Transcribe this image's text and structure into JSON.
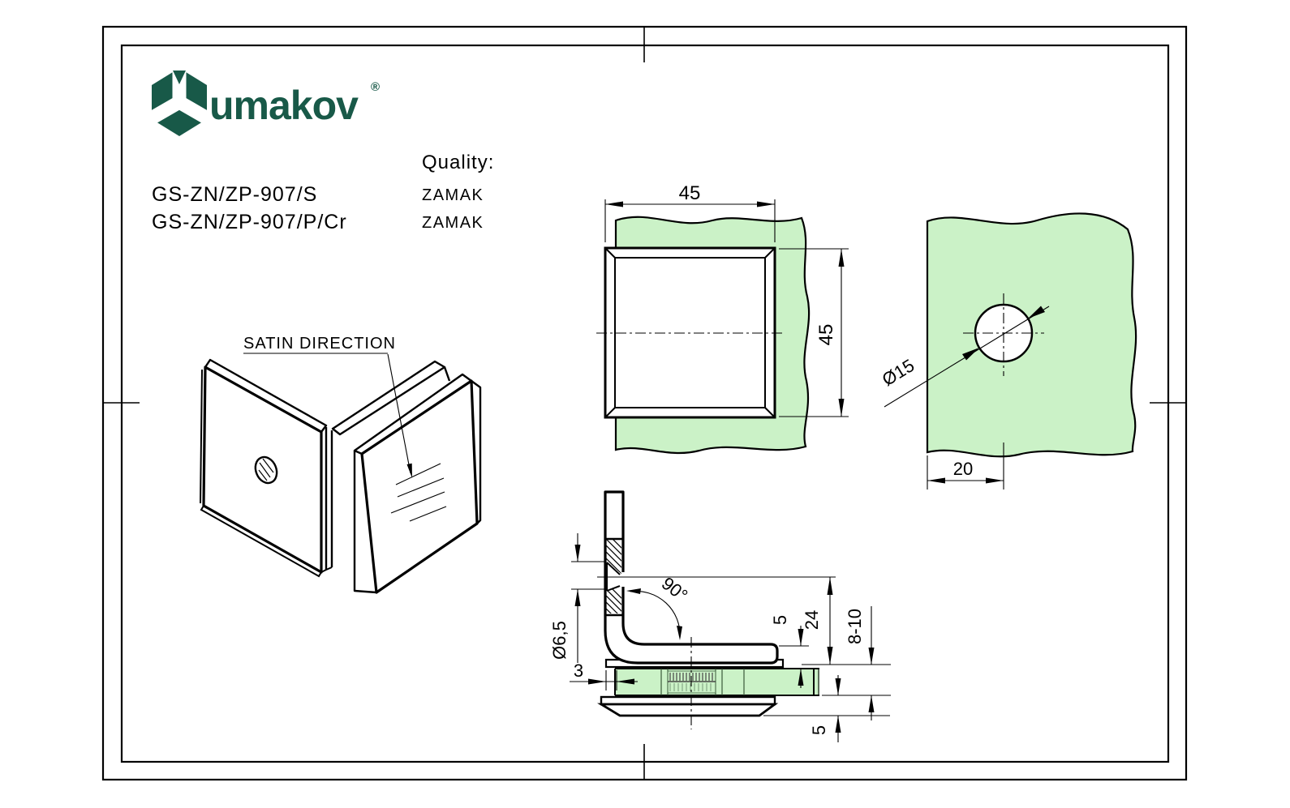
{
  "logo": {
    "brand": "umakov",
    "registered_mark": "®"
  },
  "title_block": {
    "quality_label": "Quality:",
    "products": [
      {
        "code": "GS-ZN/ZP-907/S",
        "quality": "ZAMAK"
      },
      {
        "code": "GS-ZN/ZP-907/P/Cr",
        "quality": "ZAMAK"
      }
    ]
  },
  "isometric_view": {
    "satin_direction_label": "SATIN DIRECTION"
  },
  "front_view": {
    "dim_width": "45",
    "dim_height": "45"
  },
  "side_view": {
    "dim_hole_diameter": "Ø15",
    "dim_hole_center_offset": "20"
  },
  "section_view": {
    "dim_angle": "90°",
    "dim_screw_hole_diameter": "Ø6,5",
    "dim_gasket_lip": "3",
    "dim_jaw_to_glass": "5",
    "dim_body_height": "24",
    "dim_glass_thickness": "8-10",
    "dim_bottom_plate": "5"
  },
  "colors": {
    "brand_green": "#185948",
    "glass_green": "#cbf2c7",
    "line_black": "#000000"
  }
}
